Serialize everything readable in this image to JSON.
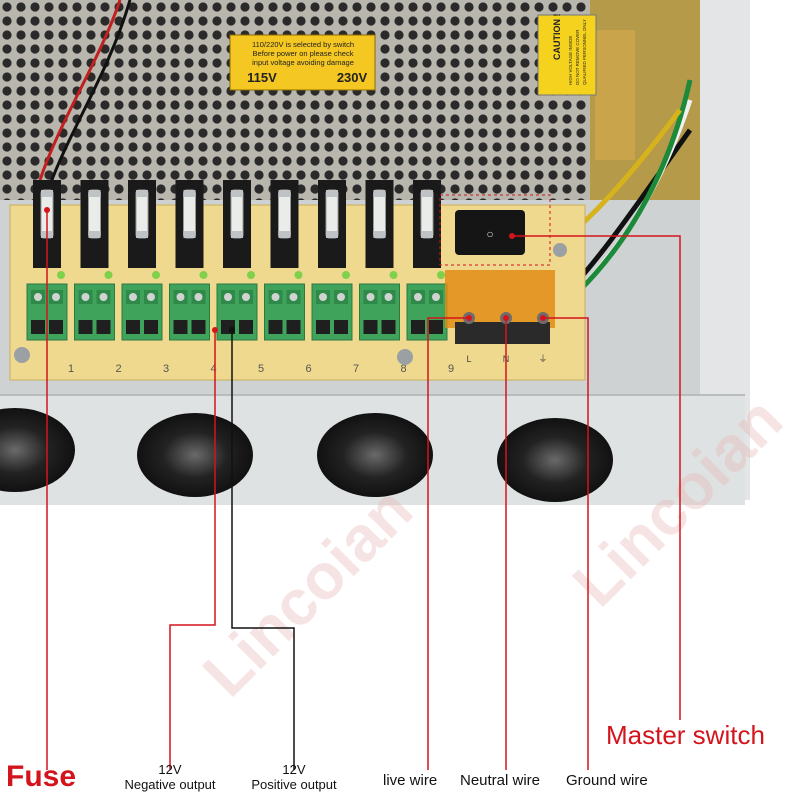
{
  "colors": {
    "accent_red": "#d4141c",
    "pcb_yellow": "#efd98e",
    "terminal_green": "#3fa35b",
    "enclosure_grey": "#d9dcdd"
  },
  "psu_label": {
    "line1": "110/220V is selected by switch",
    "line2": "Before power on please check",
    "line3": "input voltage avoiding damage",
    "left_voltage": "115V",
    "right_voltage": "230V"
  },
  "caution_label": {
    "title": "CAUTION !",
    "lines": [
      "HIGH VOLTAGE INSIDE",
      "DO NOT REMOVE COVER",
      "QUALIFIED PERSONNEL ONLY"
    ]
  },
  "channel_numbers": [
    "1",
    "2",
    "3",
    "4",
    "5",
    "6",
    "7",
    "8",
    "9"
  ],
  "mains_terminal_letters": [
    "L",
    "N",
    "⏚"
  ],
  "watermark": "Lincoian",
  "labels": {
    "fuse": "Fuse",
    "neg_volt": "12V",
    "neg_text": "Negative output",
    "pos_volt": "12V",
    "pos_text": "Positive output",
    "live": "live wire",
    "neutral": "Neutral wire",
    "ground": "Ground wire",
    "master": "Master switch"
  },
  "icons": [
    "fuse-icon",
    "terminal-block-icon",
    "rocker-switch-icon",
    "grommet-icon",
    "led-icon"
  ]
}
